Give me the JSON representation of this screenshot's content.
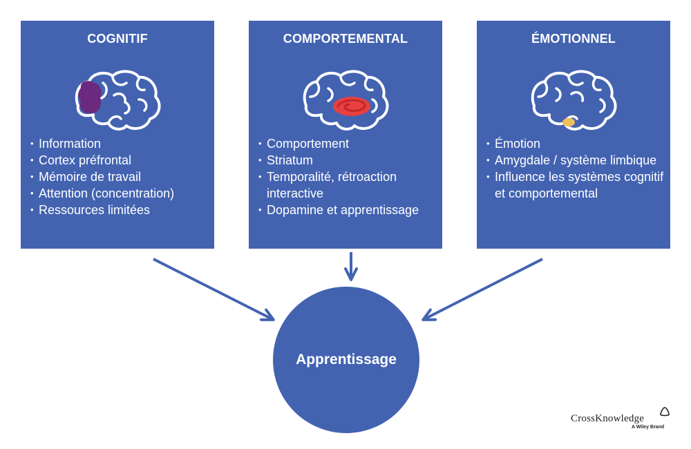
{
  "columns": [
    {
      "title": "COGNITIF",
      "icon": "brain-prefrontal-highlight-icon",
      "highlight_color": "#6b2a7d",
      "items": [
        "Information",
        "Cortex préfrontal",
        "Mémoire de travail",
        "Attention (concentration)",
        "Ressources limitées"
      ]
    },
    {
      "title": "COMPORTEMENTAL",
      "icon": "brain-striatum-highlight-icon",
      "highlight_color": "#e84040",
      "items": [
        "Comportement",
        "Striatum",
        "Temporalité, rétroaction interactive",
        "Dopamine et apprentissage"
      ]
    },
    {
      "title": "ÉMOTIONNEL",
      "icon": "brain-amygdala-highlight-icon",
      "highlight_color": "#f0c05a",
      "items": [
        "Émotion",
        "Amygdale / système limbique",
        "Influence les systèmes cognitif et comportemental"
      ]
    }
  ],
  "center": {
    "label": "Apprentissage"
  },
  "logo": {
    "name": "CrossKnowledge",
    "tagline": "A Wiley Brand"
  },
  "colors": {
    "box": "#4363b1",
    "text": "#ffffff",
    "arrow": "#4363b1"
  }
}
